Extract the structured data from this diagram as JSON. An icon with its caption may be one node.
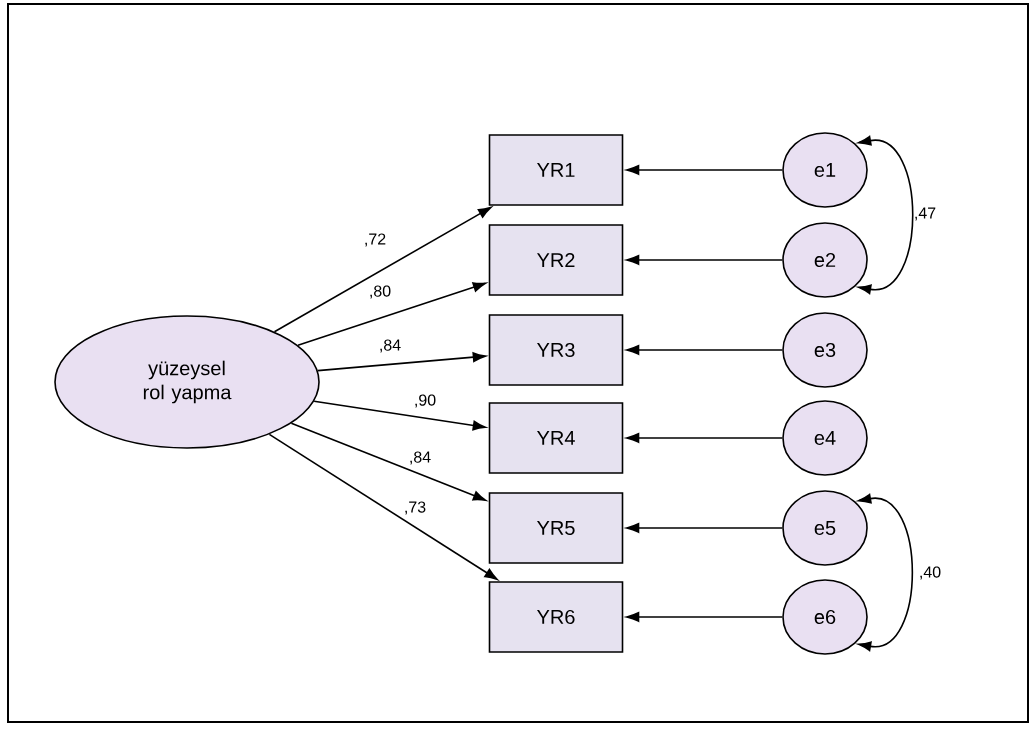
{
  "diagram": {
    "nodes": [
      {
        "text": [
          "yüzeysel rol yapma"
        ]
      },
      {
        "text": [
          "YR1"
        ]
      },
      {
        "text": [
          "YR2"
        ]
      },
      {
        "text": [
          "YR3"
        ]
      },
      {
        "text": [
          "YR4"
        ]
      },
      {
        "text": [
          "YR5"
        ]
      },
      {
        "text": [
          "YR6"
        ]
      },
      {
        "text": [
          "e1"
        ]
      },
      {
        "text": [
          "e2"
        ]
      },
      {
        "text": [
          "e3"
        ]
      },
      {
        "text": [
          "e4"
        ]
      },
      {
        "text": [
          "e5"
        ]
      },
      {
        "text": [
          "e6"
        ]
      }
    ],
    "edges": [
      {
        "from": 0,
        "to": 1,
        "arrow": "to",
        "label": ",72"
      },
      {
        "from": 0,
        "to": 2,
        "arrow": "to",
        "label": ",80"
      },
      {
        "from": 0,
        "to": 3,
        "arrow": "to",
        "label": ",84"
      },
      {
        "from": 0,
        "to": 4,
        "arrow": "to",
        "label": ",90"
      },
      {
        "from": 0,
        "to": 5,
        "arrow": "to",
        "label": ",84"
      },
      {
        "from": 0,
        "to": 6,
        "arrow": "to",
        "label": ",73"
      },
      {
        "from": 7,
        "to": 1,
        "arrow": "to"
      },
      {
        "from": 8,
        "to": 2,
        "arrow": "to"
      },
      {
        "from": 9,
        "to": 3,
        "arrow": "to"
      },
      {
        "from": 10,
        "to": 4,
        "arrow": "to"
      },
      {
        "from": 11,
        "to": 5,
        "arrow": "to"
      },
      {
        "from": 12,
        "to": 6,
        "arrow": "to"
      },
      {
        "from": 7,
        "to": 8,
        "arrow": "both",
        "label": ",47"
      },
      {
        "from": 11,
        "to": 12,
        "arrow": "both",
        "label": ",40"
      }
    ]
  }
}
